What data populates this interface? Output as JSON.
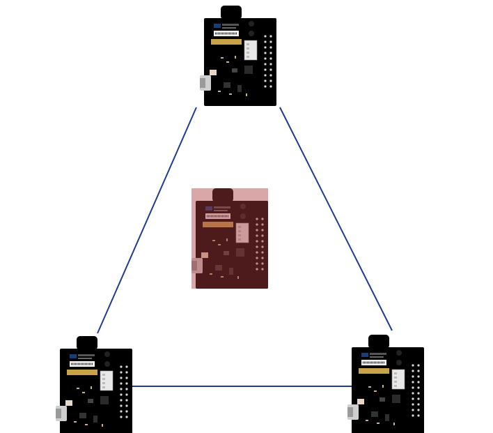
{
  "diagram": {
    "colors": {
      "background": "#ffffff",
      "link": "#1f3a93",
      "board_pcb": "#1d8a63",
      "board_pcb_dark": "#146b4b",
      "highlight_board": "#b33a3a",
      "highlight_board_dark": "#8e2a2a",
      "battery": "#d8b14a",
      "module": "#9aa0a6",
      "chip": "#1a1a1a"
    },
    "nodes": [
      {
        "name": "node-top",
        "role": "anchor",
        "color": "green"
      },
      {
        "name": "node-bottom-left",
        "role": "anchor",
        "color": "green"
      },
      {
        "name": "node-bottom-right",
        "role": "anchor",
        "color": "green"
      },
      {
        "name": "node-center",
        "role": "target",
        "color": "red"
      }
    ],
    "links": [
      {
        "from": "node-top",
        "to": "node-bottom-left"
      },
      {
        "from": "node-top",
        "to": "node-bottom-right"
      },
      {
        "from": "node-bottom-left",
        "to": "node-bottom-right"
      }
    ]
  }
}
